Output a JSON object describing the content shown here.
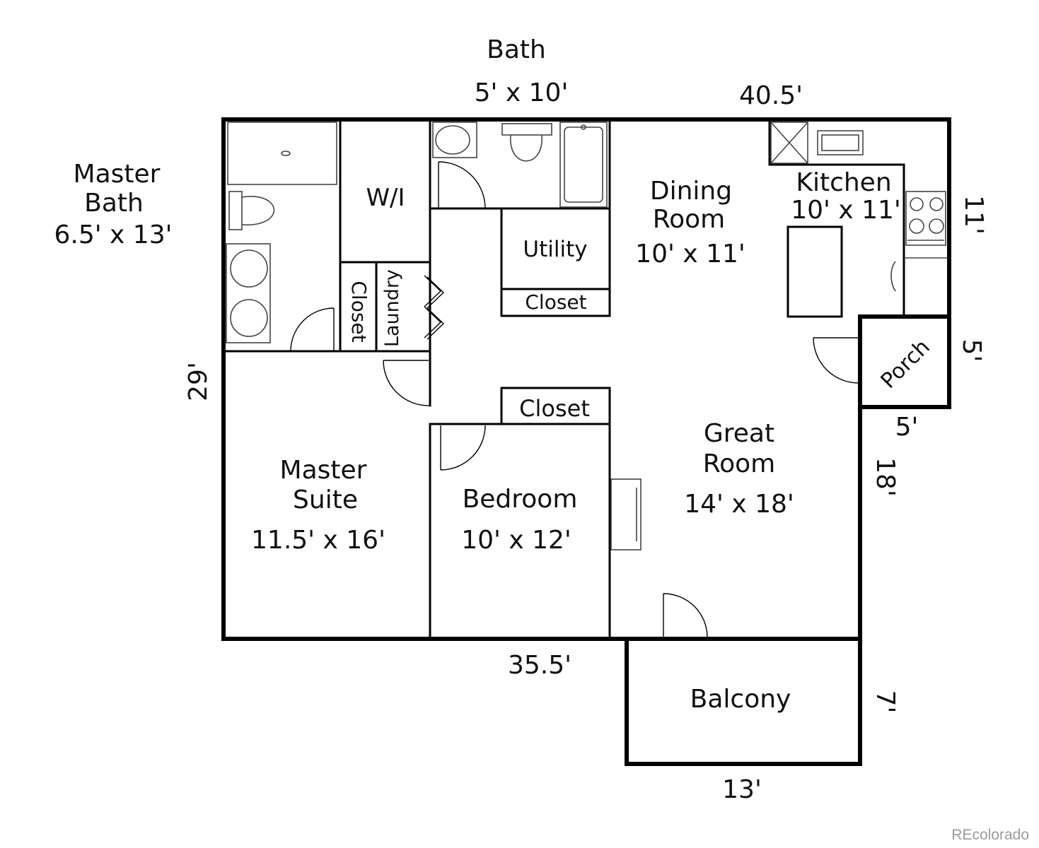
{
  "rooms": {
    "bath": {
      "name": "Bath",
      "size": "5' x 10'"
    },
    "master_bath": {
      "name_line1": "Master",
      "name_line2": "Bath",
      "size": "6.5' x 13'"
    },
    "walk_in": {
      "name": "W/I"
    },
    "utility": {
      "name": "Utility"
    },
    "utility_closet": {
      "name": "Closet"
    },
    "laundry": {
      "name": "Laundry"
    },
    "hall_closet": {
      "name": "Closet"
    },
    "dining": {
      "name_line1": "Dining",
      "name_line2": "Room",
      "size": "10' x 11'"
    },
    "kitchen": {
      "name": "Kitchen",
      "size": "10' x 11'"
    },
    "porch": {
      "name": "Porch"
    },
    "bedroom_closet": {
      "name": "Closet"
    },
    "great_room": {
      "name_line1": "Great",
      "name_line2": "Room",
      "size": "14' x 18'"
    },
    "master_suite": {
      "name_line1": "Master",
      "name_line2": "Suite",
      "size": "11.5' x 16'"
    },
    "bedroom": {
      "name": "Bedroom",
      "size": "10' x 12'"
    },
    "balcony": {
      "name": "Balcony"
    }
  },
  "dimensions": {
    "top_width": "40.5'",
    "left_height": "29'",
    "bottom_width": "35.5'",
    "kitchen_side": "11'",
    "porch_side": "5'",
    "porch_bottom": "5'",
    "great_room_side": "18'",
    "balcony_side": "7'",
    "balcony_width": "13'"
  },
  "watermark": "REcolorado"
}
